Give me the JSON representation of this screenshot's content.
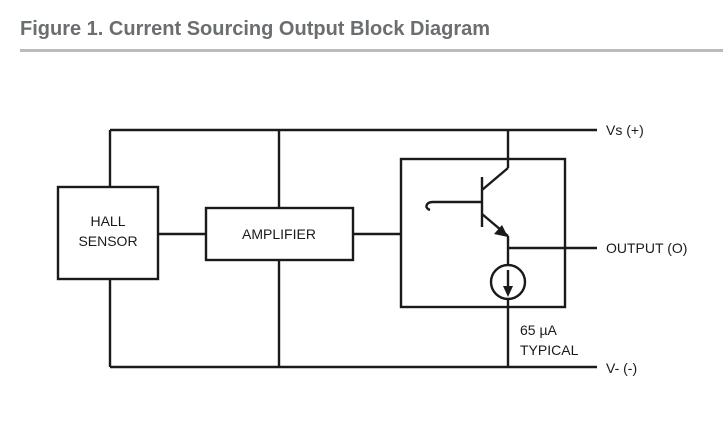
{
  "figure": {
    "title": "Figure 1. Current Sourcing Output Block Diagram"
  },
  "diagram": {
    "blocks": {
      "hall_sensor_line1": "HALL",
      "hall_sensor_line2": "SENSOR",
      "amplifier": "AMPLIFIER"
    },
    "terminals": {
      "vs": "Vs (+)",
      "output": "OUTPUT (O)",
      "vminus": "V- (-)"
    },
    "current_source": {
      "value_line1": "65 µA",
      "value_line2": "TYPICAL"
    },
    "colors": {
      "title": "#6b6e71",
      "rule": "#b9bbbd",
      "lines": "#1a1a1a"
    }
  }
}
